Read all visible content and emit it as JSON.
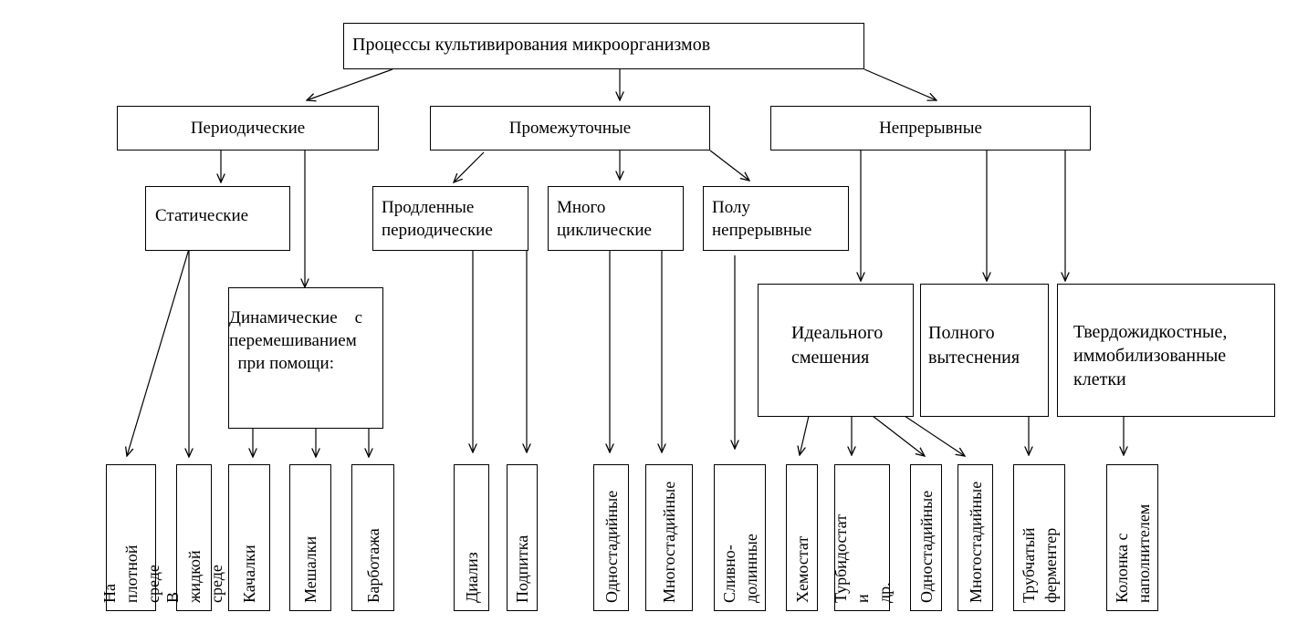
{
  "diagram": {
    "root": {
      "label": "Процессы культивирования микроорганизмов"
    },
    "level1": [
      {
        "label": "Периодические"
      },
      {
        "label": "Промежуточные"
      },
      {
        "label": "Непрерывные"
      }
    ],
    "level2": {
      "static": {
        "label": "Статические"
      },
      "dynamic": {
        "label": "Динамические    с\nперемешиванием\n  при помощи:"
      },
      "extended_periodic": {
        "label": "Продленные\nпериодические"
      },
      "multicyclic": {
        "label": "Много\nциклические"
      },
      "semicontinuous": {
        "label": "Полу\nнепрерывные"
      },
      "ideal_mixing": {
        "label": "Идеального\nсмешения"
      },
      "full_displacement": {
        "label": "Полного\nвытеснения"
      },
      "solid_liquid": {
        "label": "Твердожидкостные,\nиммобилизованные\nклетки"
      }
    },
    "leaves": [
      {
        "label": "На              плотной\n      среде"
      },
      {
        "label": "В жидкой среде"
      },
      {
        "label": "Качалки"
      },
      {
        "label": "Мешалки"
      },
      {
        "label": "Барботажа"
      },
      {
        "label": "Диализ"
      },
      {
        "label": "Подпитка"
      },
      {
        "label": "Одностадийные"
      },
      {
        "label": "Многостадийные"
      },
      {
        "label": "Сливно-\nдолинные"
      },
      {
        "label": "Хемостат"
      },
      {
        "label": "Турбидостат     и\nдр."
      },
      {
        "label": "Одностадийные"
      },
      {
        "label": "Многостадийные"
      },
      {
        "label": "Трубчатый\nферментер"
      },
      {
        "label": "Колонка           с\nнаполнителем"
      }
    ]
  }
}
